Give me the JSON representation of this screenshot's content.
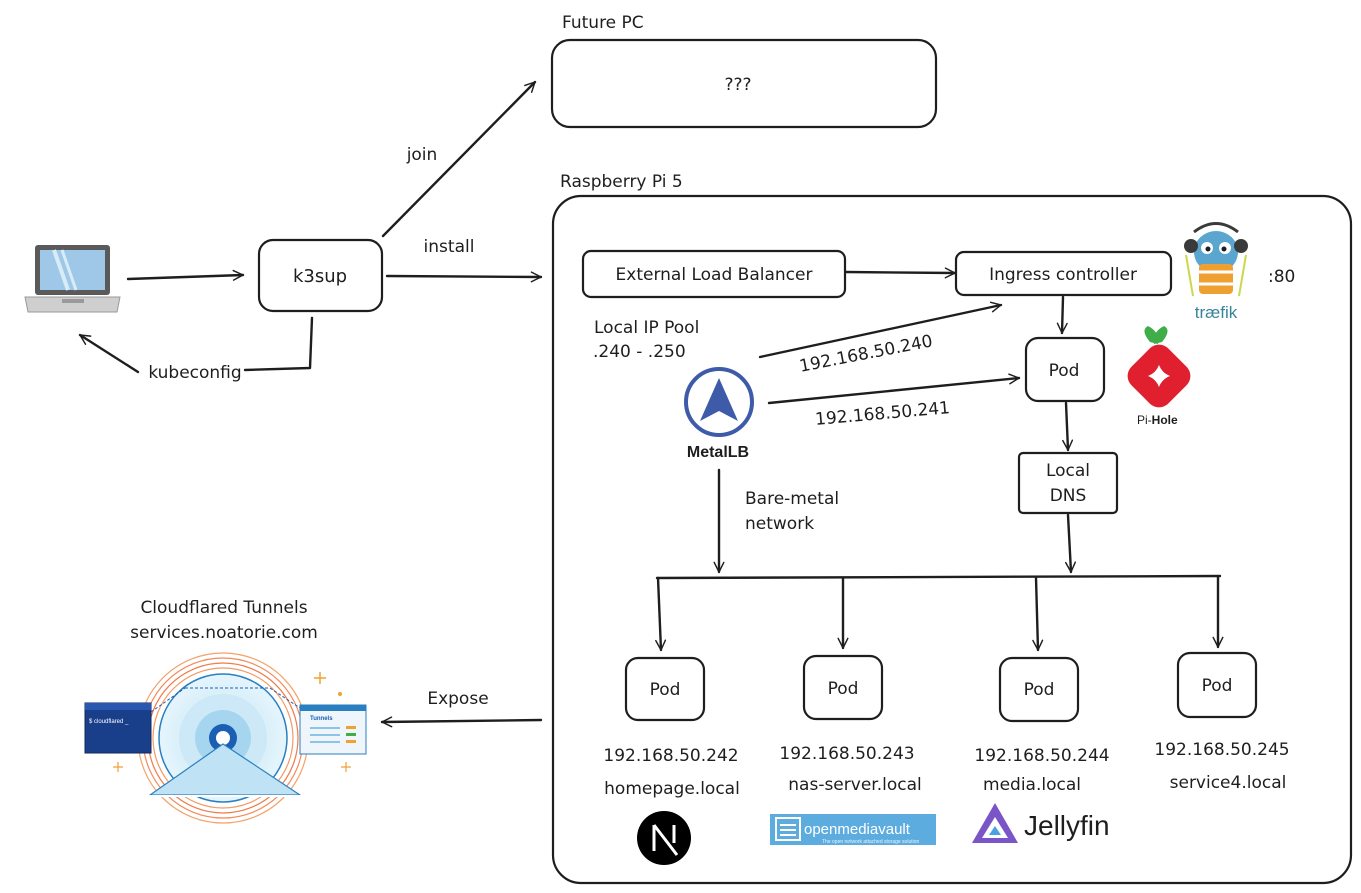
{
  "future_pc": {
    "title": "Future PC",
    "content": "???"
  },
  "raspberry": {
    "title": "Raspberry Pi 5"
  },
  "k3sup": {
    "label": "k3sup",
    "join": "join",
    "install": "install",
    "kubeconfig": "kubeconfig"
  },
  "elb": {
    "label": "External Load Balancer"
  },
  "ingress": {
    "label": "Ingress controller",
    "port": ":80"
  },
  "ip_pool": {
    "line1": "Local IP Pool",
    "line2": ".240 - .250"
  },
  "metallb": {
    "label": "MetalLB",
    "ip_ingress": "192.168.50.240",
    "ip_pod": "192.168.50.241",
    "network_line1": "Bare-metal",
    "network_line2": "network"
  },
  "pod_label": "Pod",
  "traefik": {
    "text": "træfik"
  },
  "pihole": {
    "text_pi": "Pi-",
    "text_hole": "Hole"
  },
  "local_dns": {
    "line1": "Local",
    "line2": "DNS"
  },
  "services": [
    {
      "ip": "192.168.50.242",
      "host": "homepage.local"
    },
    {
      "ip": "192.168.50.243",
      "host": "nas-server.local"
    },
    {
      "ip": "192.168.50.244",
      "host": "media.local"
    },
    {
      "ip": "192.168.50.245",
      "host": "service4.local"
    }
  ],
  "cloudflare": {
    "line1": "Cloudflared Tunnels",
    "line2": "services.noatorie.com",
    "expose": "Expose",
    "terminal": "$ cloudflared _",
    "tunnels": "Tunnels"
  },
  "omv": {
    "name": "openmediavault",
    "tagline": "The open network attached storage solution"
  },
  "jellyfin": {
    "name": "Jellyfin"
  },
  "colors": {
    "stroke": "#1e1e1e",
    "metallb": "#3d5ba9",
    "pihole": "#e0202e",
    "omv": "#5dace0",
    "jellyfin": "#7a55c7",
    "cloudflare_blue": "#1a5fb4"
  }
}
